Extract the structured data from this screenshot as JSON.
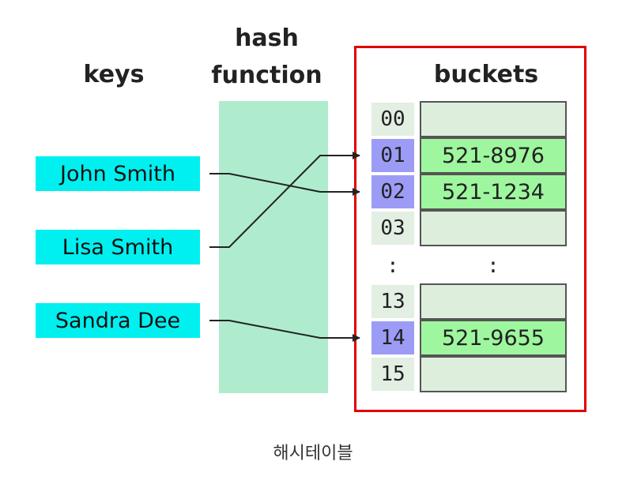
{
  "headings": {
    "keys": "keys",
    "hash_function": "hash\nfunction",
    "buckets": "buckets"
  },
  "keys": [
    "John Smith",
    "Lisa Smith",
    "Sandra Dee"
  ],
  "bucket_index": [
    "00",
    "01",
    "02",
    "03",
    "13",
    "14",
    "15"
  ],
  "bucket_values": [
    "",
    "521-8976",
    "521-1234",
    "",
    "",
    "521-9655",
    ""
  ],
  "ellipsis": ":",
  "caption": "해시테이블",
  "colors": {
    "key_fill": "#00f0f0",
    "hash_band": "#aeeccd",
    "index_default": "#e2efe2",
    "index_highlight": "#9c9cf6",
    "bucket_empty": "#ddeedd",
    "bucket_filled": "#9ef79e",
    "frame": "#e00000"
  },
  "mappings": [
    {
      "key": "John Smith",
      "bucket": "02"
    },
    {
      "key": "Lisa Smith",
      "bucket": "01"
    },
    {
      "key": "Sandra Dee",
      "bucket": "14"
    }
  ]
}
